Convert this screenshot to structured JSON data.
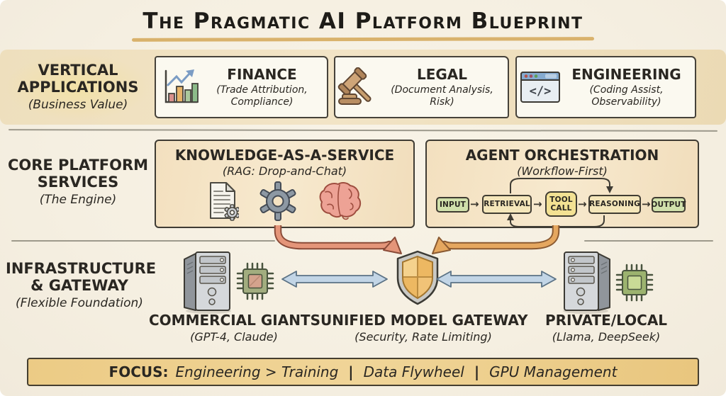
{
  "title": "The Pragmatic AI Platform Blueprint",
  "rows": {
    "applications": {
      "label": "VERTICAL APPLICATIONS",
      "sublabel": "(Business Value)",
      "cards": [
        {
          "title": "FINANCE",
          "subtitle": "(Trade Attribution, Compliance)",
          "icon": "bar-chart-growth-icon"
        },
        {
          "title": "LEGAL",
          "subtitle": "(Document Analysis, Risk)",
          "icon": "gavel-icon"
        },
        {
          "title": "ENGINEERING",
          "subtitle": "(Coding Assist, Observability)",
          "icon": "code-window-icon"
        }
      ]
    },
    "services": {
      "label": "CORE PLATFORM SERVICES",
      "sublabel": "(The Engine)",
      "kaas": {
        "title": "KNOWLEDGE-AS-A-SERVICE",
        "subtitle": "(RAG: Drop-and-Chat)",
        "icons": [
          "document-gear-icon",
          "gear-icon",
          "brain-icon"
        ]
      },
      "orchestration": {
        "title": "AGENT ORCHESTRATION",
        "subtitle": "(Workflow-First)",
        "pipeline": {
          "steps": [
            "INPUT",
            "RETRIEVAL",
            "TOOL CALL",
            "REASONING",
            "OUTPUT"
          ],
          "arrow": "→"
        }
      }
    },
    "infrastructure": {
      "label": "INFRASTRUCTURE & GATEWAY",
      "sublabel": "(Flexible Foundation)",
      "left": {
        "title": "COMMERCIAL GIANTS",
        "subtitle": "(GPT-4, Claude)",
        "icons": [
          "server-icon",
          "chip-icon"
        ]
      },
      "center": {
        "title": "UNIFIED MODEL GATEWAY",
        "subtitle": "(Security, Rate Limiting)",
        "icon": "shield-icon"
      },
      "right": {
        "title": "PRIVATE/LOCAL",
        "subtitle": "(Llama, DeepSeek)",
        "icons": [
          "server-icon",
          "chip-icon"
        ]
      }
    }
  },
  "footer": {
    "label": "FOCUS:",
    "items": [
      "Engineering > Training",
      "Data Flywheel",
      "GPU Management"
    ],
    "separator": "|"
  },
  "colors": {
    "background": "#f6f0e2",
    "ink": "#2a2722",
    "band_tan": "#eedfbd",
    "card_cream": "#fbf9f0",
    "card_tan": "#f3e0bf",
    "gold_bar": "#eccb85",
    "underline_gold": "#d9b26c",
    "arrow_blue": "#c2d5e6",
    "arrow_salmon": "#e49579",
    "arrow_orange": "#e5a75f",
    "pipeline_green": "#d0e0ab",
    "pipeline_tan": "#f4e6ba",
    "pipeline_yellow": "#f3e193",
    "shield_gold": "#edb862"
  }
}
